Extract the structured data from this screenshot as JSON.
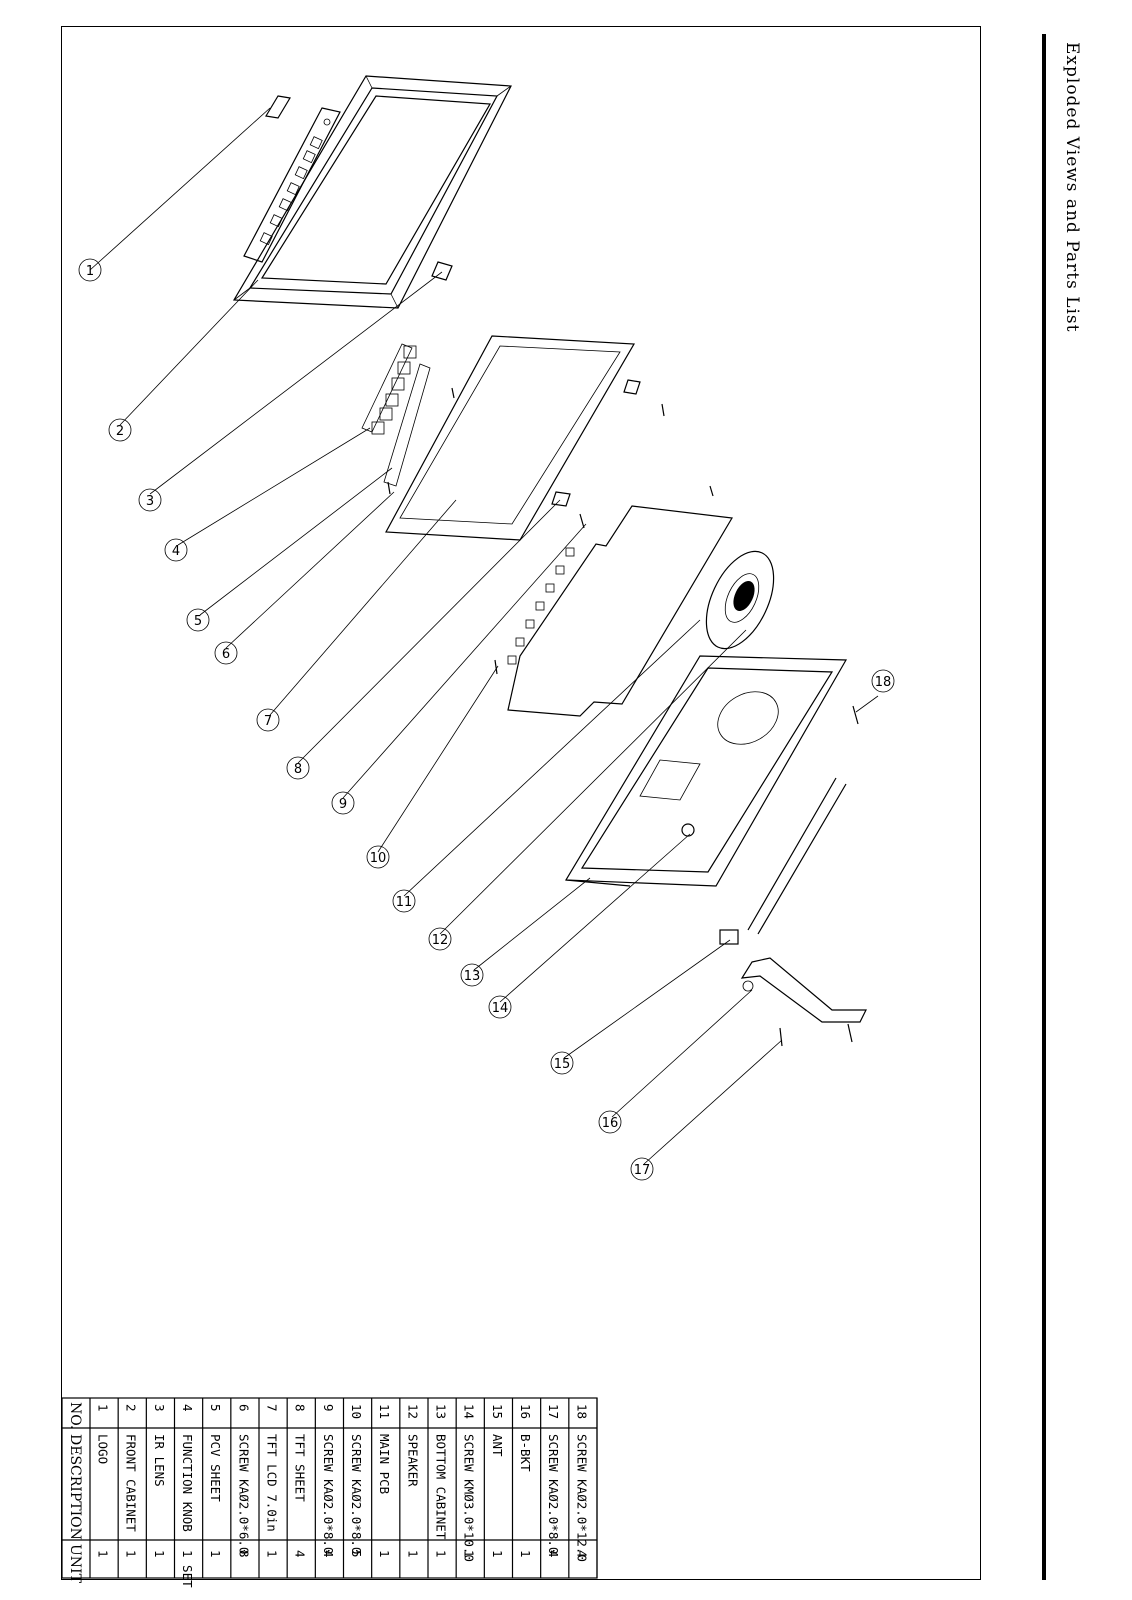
{
  "title": "Exploded Views and Parts List",
  "callouts": [
    "1",
    "2",
    "3",
    "4",
    "5",
    "6",
    "7",
    "8",
    "9",
    "10",
    "11",
    "12",
    "13",
    "14",
    "15",
    "16",
    "17",
    "18"
  ],
  "table": {
    "headers": {
      "no": "NO.",
      "description": "DESCRIPTION",
      "unit": "UNIT"
    },
    "rows": [
      {
        "no": "1",
        "description": "LOGO",
        "unit": "1"
      },
      {
        "no": "2",
        "description": "FRONT CABINET",
        "unit": "1"
      },
      {
        "no": "3",
        "description": "IR LENS",
        "unit": "1"
      },
      {
        "no": "4",
        "description": "FUNCTION KNOB",
        "unit": "1 SET"
      },
      {
        "no": "5",
        "description": "PCV SHEET",
        "unit": "1"
      },
      {
        "no": "6",
        "description": "SCREW KAØ2.0*6.0",
        "unit": "8"
      },
      {
        "no": "7",
        "description": "TFT LCD 7.0in",
        "unit": "1"
      },
      {
        "no": "8",
        "description": "TFT SHEET",
        "unit": "4"
      },
      {
        "no": "9",
        "description": "SCREW KAØ2.0*8.0",
        "unit": "4"
      },
      {
        "no": "10",
        "description": "SCREW KAØ2.0*8.0",
        "unit": "5"
      },
      {
        "no": "11",
        "description": "MAIN PCB",
        "unit": "1"
      },
      {
        "no": "12",
        "description": "SPEAKER",
        "unit": "1"
      },
      {
        "no": "13",
        "description": "BOTTOM CABINET",
        "unit": "1"
      },
      {
        "no": "14",
        "description": "SCREW KMØ3.0*10.0",
        "unit": "1"
      },
      {
        "no": "15",
        "description": "ANT",
        "unit": "1"
      },
      {
        "no": "16",
        "description": "B-BKT",
        "unit": "1"
      },
      {
        "no": "17",
        "description": "SCREW KAØ2.0*8.0",
        "unit": "4"
      },
      {
        "no": "18",
        "description": "SCREW KAØ2.0*12.0",
        "unit": "4"
      }
    ]
  }
}
